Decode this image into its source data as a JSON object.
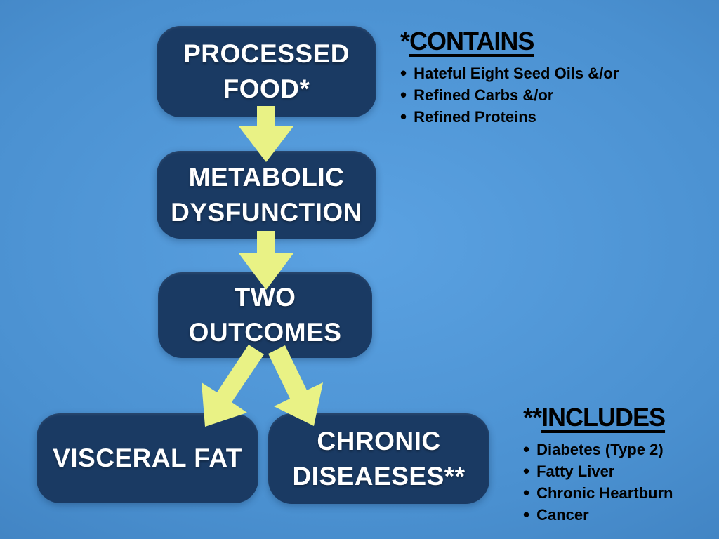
{
  "colors": {
    "background_center": "#5ba2e2",
    "background_mid": "#4a90d0",
    "background_edge": "#3471af",
    "node_fill": "#1a3a63",
    "node_text": "#ffffff",
    "arrow": "#e9f285",
    "note_text": "#000000"
  },
  "flow": {
    "nodes": [
      {
        "id": "processed-food",
        "label": "PROCESSED\nFOOD*"
      },
      {
        "id": "metabolic-dysfunction",
        "label": "METABOLIC\nDYSFUNCTION"
      },
      {
        "id": "two-outcomes",
        "label": "TWO\nOUTCOMES"
      },
      {
        "id": "visceral-fat",
        "label": "VISCERAL FAT"
      },
      {
        "id": "chronic-diseases",
        "label": "CHRONIC\nDISEAESES**"
      }
    ]
  },
  "notes": {
    "contains": {
      "prefix": "*",
      "title": "CONTAINS",
      "items": [
        "Hateful Eight Seed Oils &/or",
        "Refined Carbs &/or",
        "Refined Proteins"
      ]
    },
    "includes": {
      "prefix": "**",
      "title": "INCLUDES",
      "items": [
        "Diabetes (Type 2)",
        "Fatty Liver",
        "Chronic Heartburn",
        "Cancer"
      ]
    }
  }
}
